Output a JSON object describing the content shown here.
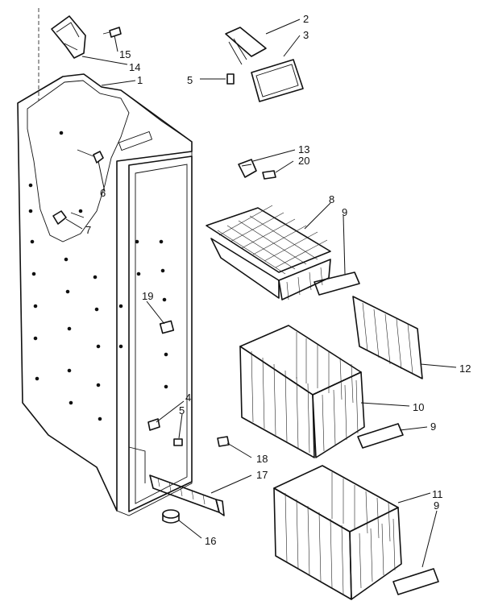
{
  "callouts": {
    "c1": "1",
    "c2": "2",
    "c3": "3",
    "c4": "4",
    "c5a": "5",
    "c5b": "5",
    "c6": "6",
    "c7": "7",
    "c8": "8",
    "c9a": "9",
    "c9b": "9",
    "c9c": "9",
    "c10": "10",
    "c11": "11",
    "c12": "12",
    "c13": "13",
    "c14": "14",
    "c15": "15",
    "c16": "16",
    "c17": "17",
    "c18": "18",
    "c19": "19",
    "c20": "20"
  }
}
